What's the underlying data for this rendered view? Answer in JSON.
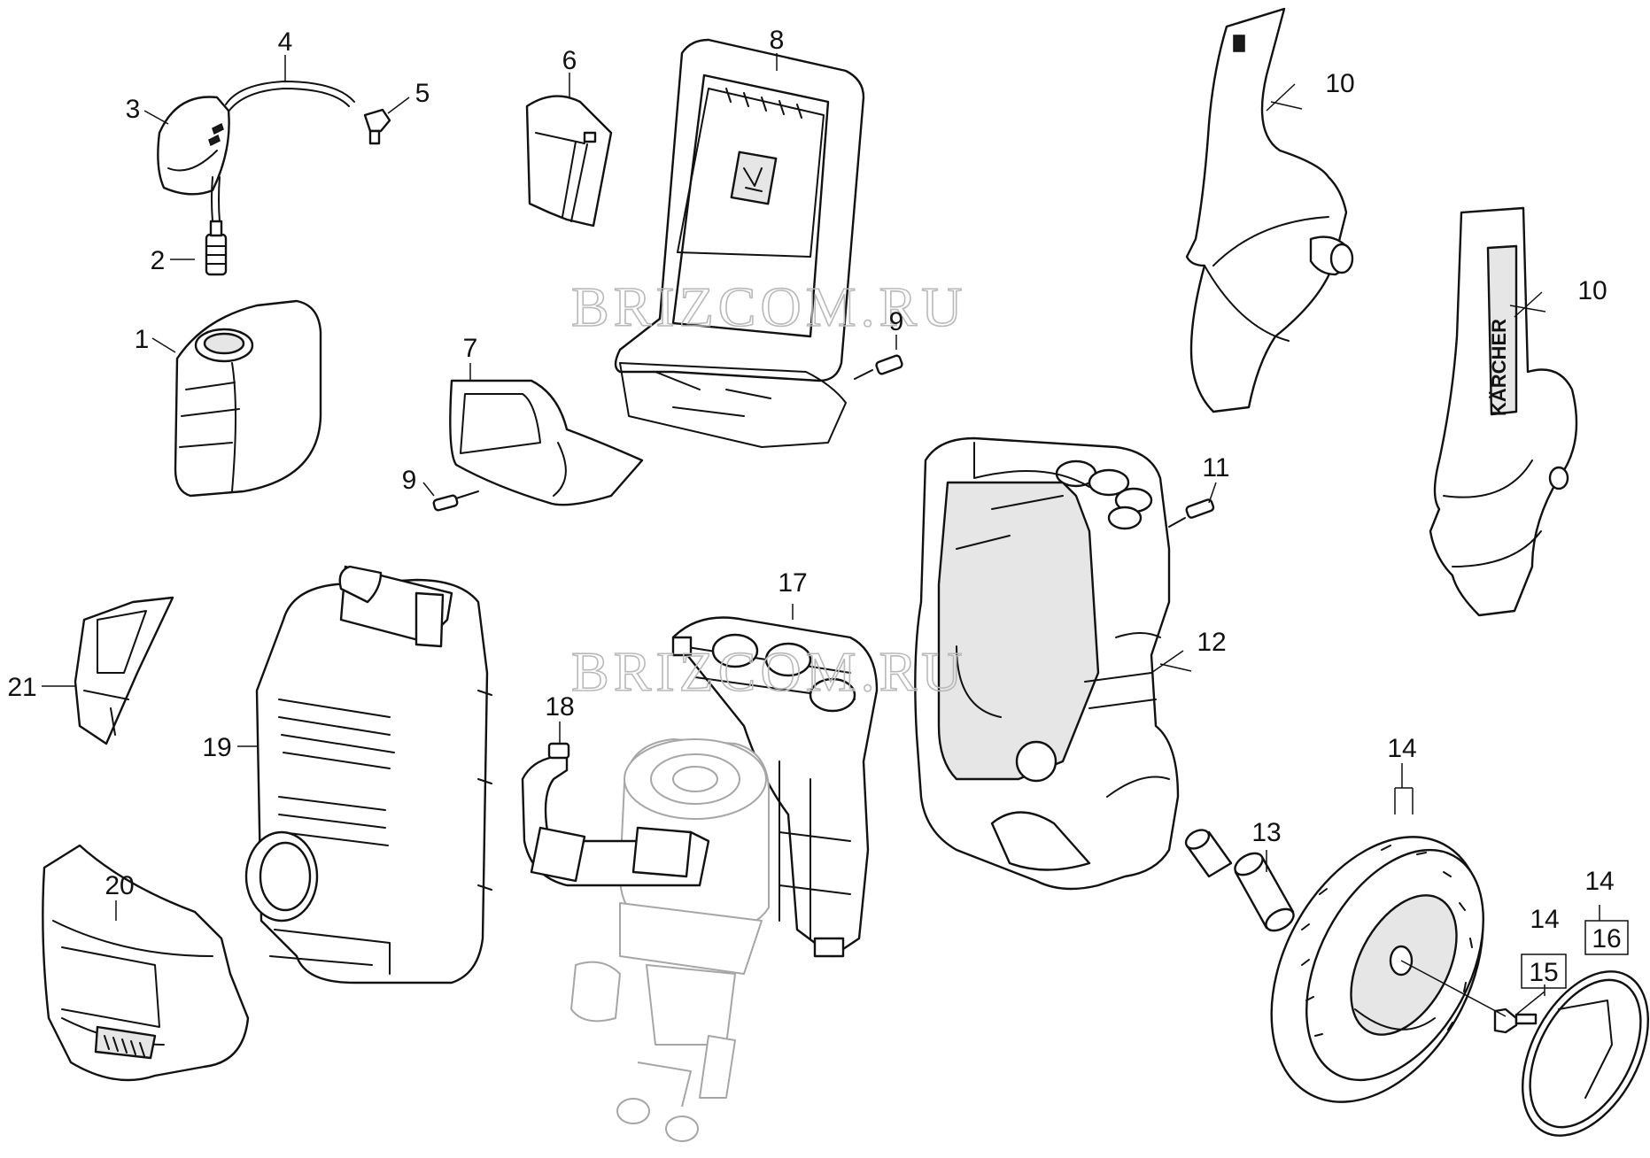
{
  "watermarks": [
    "BRIZCOM.RU",
    "BRIZCOM.RU"
  ],
  "brand_mark": "KÄRCHER",
  "callouts": {
    "c1": "1",
    "c2": "2",
    "c3": "3",
    "c4": "4",
    "c5": "5",
    "c6": "6",
    "c7": "7",
    "c8": "8",
    "c9a": "9",
    "c9b": "9",
    "c10a": "10",
    "c10b": "10",
    "c11": "11",
    "c12": "12",
    "c13": "13",
    "c14a": "14",
    "c14b": "14",
    "c14c": "14",
    "c15": "15",
    "c16": "16",
    "c17": "17",
    "c18": "18",
    "c19": "19",
    "c20": "20",
    "c21": "21"
  }
}
